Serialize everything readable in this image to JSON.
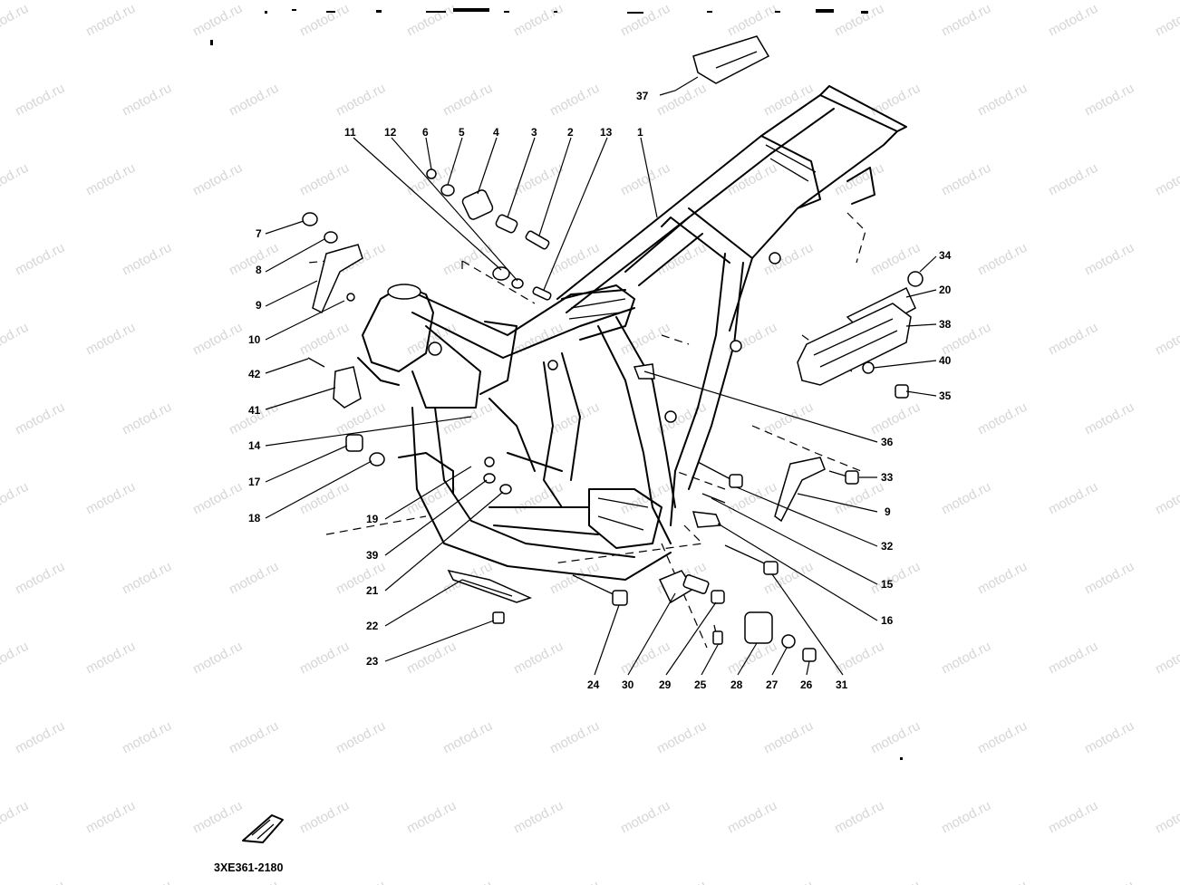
{
  "watermark": "motod.ru",
  "diagram_code": "3XE361-2180",
  "callout_numbers": [
    "37",
    "11",
    "12",
    "6",
    "5",
    "4",
    "3",
    "2",
    "13",
    "1",
    "7",
    "8",
    "9",
    "10",
    "42",
    "41",
    "14",
    "17",
    "18",
    "19",
    "39",
    "21",
    "22",
    "23",
    "24",
    "30",
    "29",
    "25",
    "28",
    "27",
    "26",
    "31",
    "16",
    "15",
    "32",
    "9",
    "33",
    "36",
    "34",
    "20",
    "38",
    "40",
    "35"
  ],
  "colors": {
    "ink": "#000000",
    "watermark": "#d6d6d6",
    "background": "#ffffff"
  },
  "icons": {
    "front_arrow": "front-arrow-icon"
  }
}
